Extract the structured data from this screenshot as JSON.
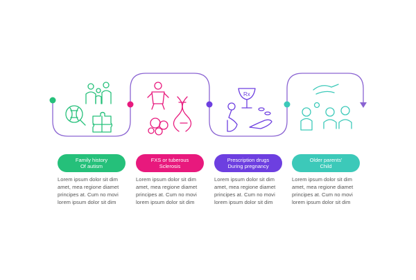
{
  "colors": {
    "frame": "#8a63d2",
    "green": "#25c07a",
    "magenta": "#e8197d",
    "purple": "#6d3fe0",
    "teal": "#3cc9b9",
    "text": "#555555"
  },
  "steps": [
    {
      "icon": "family-dna-puzzle-icon",
      "label_line1": "Family history",
      "label_line2": "Of autism",
      "text": [
        "Lorem ipsum dolor sit dim",
        "amet, mea regione diamet",
        "principes at. Cum no movi",
        "lorem ipsum dolor sit dim"
      ]
    },
    {
      "icon": "baby-dna-cells-icon",
      "label_line1": "FXS or tuberous",
      "label_line2": "Sclerosis",
      "text": [
        "Lorem ipsum dolor sit dim",
        "amet, mea regione diamet",
        "principes at. Cum no movi",
        "lorem ipsum dolor sit dim"
      ]
    },
    {
      "icon": "pregnancy-prescription-icon",
      "label_line1": "Prescription drugs",
      "label_line2": "During pregnancy",
      "text": [
        "Lorem ipsum dolor sit dim",
        "amet, mea regione diamet",
        "principes at. Cum no movi",
        "lorem ipsum dolor sit dim"
      ]
    },
    {
      "icon": "older-parents-child-icon",
      "label_line1": "Older parents'",
      "label_line2": "Child",
      "text": [
        "Lorem ipsum dolor sit dim",
        "amet, mea regione diamet",
        "principes at. Cum no movi",
        "lorem ipsum dolor sit dim"
      ]
    }
  ]
}
